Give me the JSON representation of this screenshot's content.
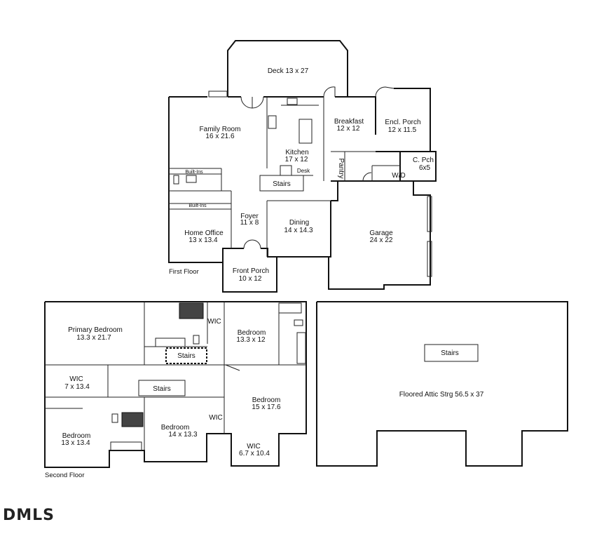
{
  "first_floor": {
    "caption": "First Floor",
    "rooms": {
      "deck": "Deck 13 x 27",
      "family_name": "Family Room",
      "family_dim": "16 x 21.6",
      "kitchen_name": "Kitchen",
      "kitchen_dim": "17 x 12",
      "breakfast_name": "Breakfast",
      "breakfast_dim": "12 x 12",
      "encl_porch_name": "Encl. Porch",
      "encl_porch_dim": "12 x 11.5",
      "cpch_name": "C. Pch",
      "cpch_dim": "6x5",
      "wd": "W/D",
      "pantry": "Pantry",
      "desk": "Desk",
      "stairs": "Stairs",
      "builtins_1": "Built-Ins",
      "builtins_2": "Built-Ins",
      "foyer_name": "Foyer",
      "foyer_dim": "11 x 8",
      "dining_name": "Dining",
      "dining_dim": "14 x 14.3",
      "home_office_name": "Home Office",
      "home_office_dim": "13 x 13.4",
      "garage_name": "Garage",
      "garage_dim": "24 x 22",
      "front_porch_name": "Front Porch",
      "front_porch_dim": "10 x 12"
    }
  },
  "second_floor": {
    "caption": "Second Floor",
    "rooms": {
      "primary_name": "Primary Bedroom",
      "primary_dim": "13.3 x 21.7",
      "wic_top": "WIC",
      "bed_ne_name": "Bedroom",
      "bed_ne_dim": "13.3 x 12",
      "stairs_dotted": "Stairs",
      "stairs": "Stairs",
      "wic_left_name": "WIC",
      "wic_left_dim": "7 x 13.4",
      "bed_e_name": "Bedroom",
      "bed_e_dim": "15 x 17.6",
      "wic_mid": "WIC",
      "bed_c_name": "Bedroom",
      "bed_c_dim": "14 x 13.3",
      "bed_sw_name": "Bedroom",
      "bed_sw_dim": "13 x 13.4",
      "wic_bottom_name": "WIC",
      "wic_bottom_dim": "6.7 x 10.4"
    }
  },
  "attic": {
    "stairs": "Stairs",
    "label": "Floored Attic Strg 56.5 x 37"
  },
  "logo": "DMLS"
}
